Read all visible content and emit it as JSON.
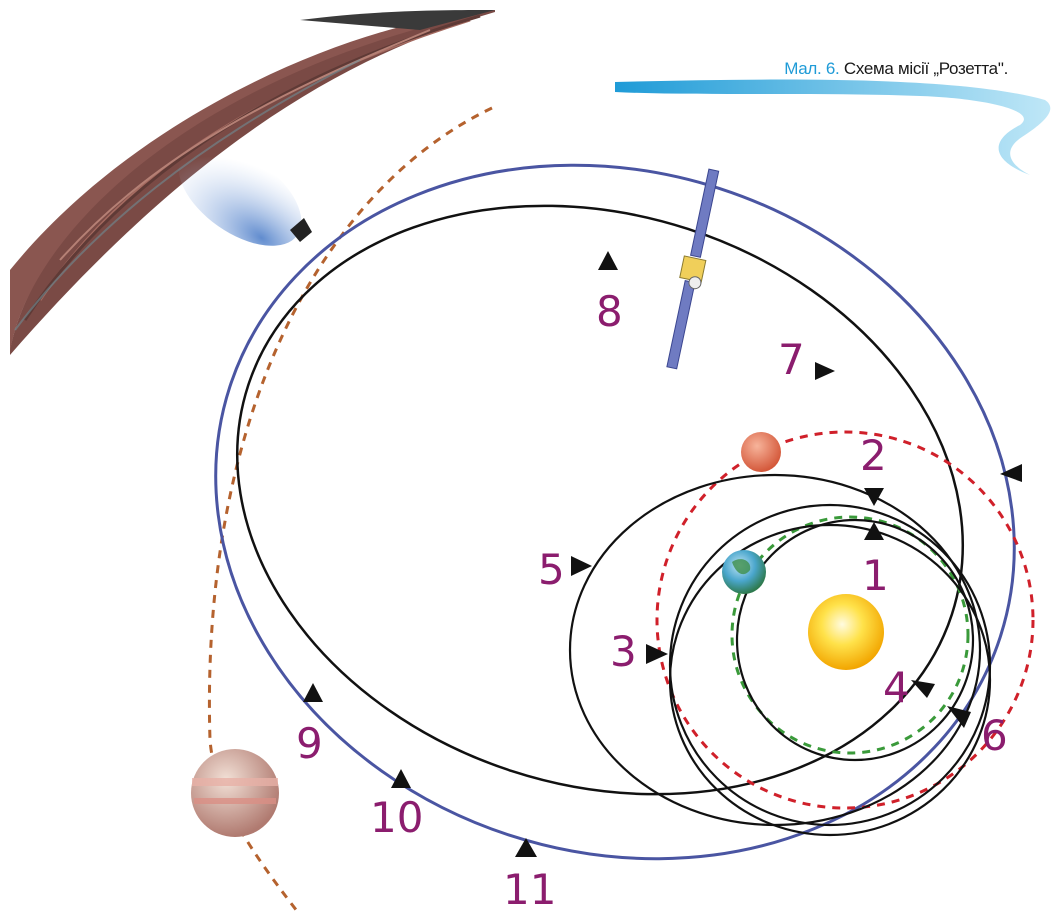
{
  "caption": {
    "prefix": "Мал. 6.",
    "text": "Схема місії „Розетта\"."
  },
  "labels": [
    "1",
    "2",
    "3",
    "4",
    "5",
    "6",
    "7",
    "8",
    "9",
    "10",
    "11"
  ],
  "colors": {
    "label": "#8b1d6e",
    "orbit_spacecraft": "#111111",
    "orbit_comet": "#4a55a2",
    "orbit_mars": "#d0202a",
    "orbit_earth": "#3a9a3a",
    "orbit_jupiter": "#b5622e",
    "sun": "#ffd21a",
    "caption_accent": "#1f9bd7"
  },
  "icons": [
    "sun",
    "earth",
    "mars",
    "jupiter",
    "comet",
    "spacecraft",
    "jupiter-arc",
    "direction-arrow"
  ]
}
